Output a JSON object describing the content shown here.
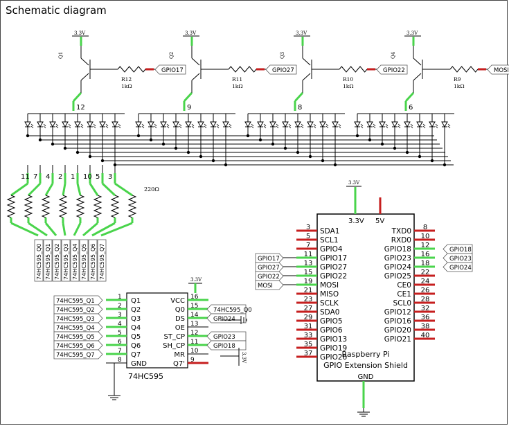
{
  "title": "Schematic diagram",
  "supply_label": "3.3V",
  "resistor_array_label": "220Ω",
  "transistors": [
    {
      "ref": "Q1",
      "rb": "R12",
      "rv": "1kΩ",
      "net": "GPIO17",
      "pin": "12"
    },
    {
      "ref": "Q2",
      "rb": "R11",
      "rv": "1kΩ",
      "net": "GPIO27",
      "pin": "9"
    },
    {
      "ref": "Q3",
      "rb": "R10",
      "rv": "1kΩ",
      "net": "GPIO22",
      "pin": "8"
    },
    {
      "ref": "Q4",
      "rb": "R9",
      "rv": "1kΩ",
      "net": "MOSI",
      "pin": "6"
    }
  ],
  "segment_pins": [
    "11",
    "7",
    "4",
    "2",
    "1",
    "10",
    "5",
    "3"
  ],
  "q_nets": [
    "74HC595_Q0",
    "74HC595_Q1",
    "74HC595_Q2",
    "74HC595_Q3",
    "74HC595_Q4",
    "74HC595_Q5",
    "74HC595_Q6",
    "74HC595_Q7"
  ],
  "ic": {
    "name": "74HC595",
    "supply": "3.3V",
    "left_pins": [
      {
        "num": "1",
        "name": "Q1",
        "net": "74HC595_Q1"
      },
      {
        "num": "2",
        "name": "Q2",
        "net": "74HC595_Q2"
      },
      {
        "num": "3",
        "name": "Q3",
        "net": "74HC595_Q3"
      },
      {
        "num": "4",
        "name": "Q4",
        "net": "74HC595_Q4"
      },
      {
        "num": "5",
        "name": "Q5",
        "net": "74HC595_Q5"
      },
      {
        "num": "6",
        "name": "Q6",
        "net": "74HC595_Q6"
      },
      {
        "num": "7",
        "name": "Q7",
        "net": "74HC595_Q7"
      },
      {
        "num": "8",
        "name": "GND",
        "net": ""
      }
    ],
    "right_pins": [
      {
        "num": "16",
        "name": "VCC",
        "net": ""
      },
      {
        "num": "15",
        "name": "Q0",
        "net": "74HC595_Q0"
      },
      {
        "num": "14",
        "name": "DS",
        "net": "GPIO24"
      },
      {
        "num": "13",
        "name": "OE",
        "net": ""
      },
      {
        "num": "12",
        "name": "ST_CP",
        "net": "GPIO23"
      },
      {
        "num": "11",
        "name": "SH_CP",
        "net": "GPIO18"
      },
      {
        "num": "10",
        "name": "MR",
        "net": "3.3V"
      },
      {
        "num": "9",
        "name": "Q7'",
        "net": ""
      }
    ]
  },
  "pi": {
    "name": "Raspberry Pi",
    "subtitle": "GPIO Extension Shield",
    "gnd": "GND",
    "top_left": "3.3V",
    "top_right": "5V",
    "supply": "3.3V",
    "left_pins": [
      {
        "num": "3",
        "name": "SDA1",
        "net": ""
      },
      {
        "num": "5",
        "name": "SCL1",
        "net": ""
      },
      {
        "num": "7",
        "name": "GPIO4",
        "net": ""
      },
      {
        "num": "11",
        "name": "GPIO17",
        "net": "GPIO17"
      },
      {
        "num": "13",
        "name": "GPIO27",
        "net": "GPIO27"
      },
      {
        "num": "15",
        "name": "GPIO22",
        "net": "GPIO22"
      },
      {
        "num": "19",
        "name": "MOSI",
        "net": "MOSI"
      },
      {
        "num": "21",
        "name": "MISO",
        "net": ""
      },
      {
        "num": "23",
        "name": "SCLK",
        "net": ""
      },
      {
        "num": "27",
        "name": "SDA0",
        "net": ""
      },
      {
        "num": "29",
        "name": "GPIO5",
        "net": ""
      },
      {
        "num": "31",
        "name": "GPIO6",
        "net": ""
      },
      {
        "num": "33",
        "name": "GPIO13",
        "net": ""
      },
      {
        "num": "35",
        "name": "GPIO19",
        "net": ""
      },
      {
        "num": "37",
        "name": "GPIO26",
        "net": ""
      }
    ],
    "right_pins": [
      {
        "num": "8",
        "name": "TXD0",
        "net": ""
      },
      {
        "num": "10",
        "name": "RXD0",
        "net": ""
      },
      {
        "num": "12",
        "name": "GPIO18",
        "net": "GPIO18"
      },
      {
        "num": "16",
        "name": "GPIO23",
        "net": "GPIO23"
      },
      {
        "num": "18",
        "name": "GPIO24",
        "net": "GPIO24"
      },
      {
        "num": "22",
        "name": "GPIO25",
        "net": ""
      },
      {
        "num": "24",
        "name": "CE0",
        "net": ""
      },
      {
        "num": "26",
        "name": "CE1",
        "net": ""
      },
      {
        "num": "28",
        "name": "SCL0",
        "net": ""
      },
      {
        "num": "32",
        "name": "GPIO12",
        "net": ""
      },
      {
        "num": "36",
        "name": "GPIO16",
        "net": ""
      },
      {
        "num": "38",
        "name": "GPIO20",
        "net": ""
      },
      {
        "num": "40",
        "name": "GPIO21",
        "net": ""
      }
    ]
  },
  "colors": {
    "wire": "#000000",
    "connected": "#49d44b",
    "unconnected": "#c61e1e"
  }
}
